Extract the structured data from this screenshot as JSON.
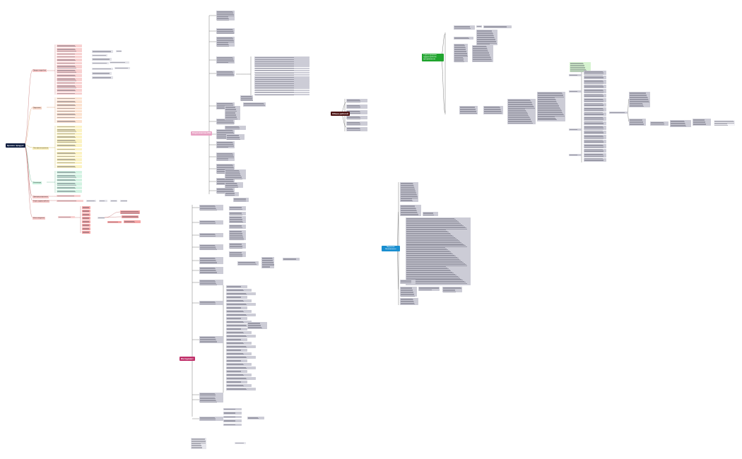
{
  "roots": [
    {
      "id": "r1",
      "label": "Ценное продукт",
      "color": "#0b1a3d"
    },
    {
      "id": "r2",
      "label": "Ресурсопластика 2019",
      "color": "#e8a3c4"
    },
    {
      "id": "r3",
      "label": "Инструмент",
      "color": "#c0306a"
    },
    {
      "id": "r4",
      "label": "Обмен работой",
      "color": "#4a1010"
    },
    {
      "id": "r5",
      "label": "Стратегирование трудоустройство программистов",
      "color": "#21a52f"
    },
    {
      "id": "r6",
      "label": "Маркетинг Безопасность",
      "color": "#1a8fd0"
    }
  ],
  "left_branches": [
    {
      "label": "Продукт подробнее",
      "color": "#f4c5c5"
    },
    {
      "label": "Подготовка",
      "color": "#f4d3c5"
    },
    {
      "label": "План-финансирование",
      "color": "#f8edb8"
    },
    {
      "label": "Реализация",
      "color": "#c6eedb"
    },
    {
      "label": "Проверка результатов",
      "color": "#f4c5c5"
    },
    {
      "label": "Запуск трудоустройства",
      "color": "#f4c5c5"
    },
    {
      "label": "Итоги внедрения",
      "color": "#f4c5c5"
    }
  ],
  "palette": {
    "node_grey": "#ccccd6",
    "node_pink": "#f8d0d0",
    "node_peach": "#fbe1cf",
    "node_yellow": "#fbf2c2",
    "node_green": "#d2f2e2",
    "node_red": "#f6a6a6",
    "node_lightgreen": "#d6f3d0",
    "edge": "#5a5a5a",
    "edge_left": "#c47070"
  }
}
